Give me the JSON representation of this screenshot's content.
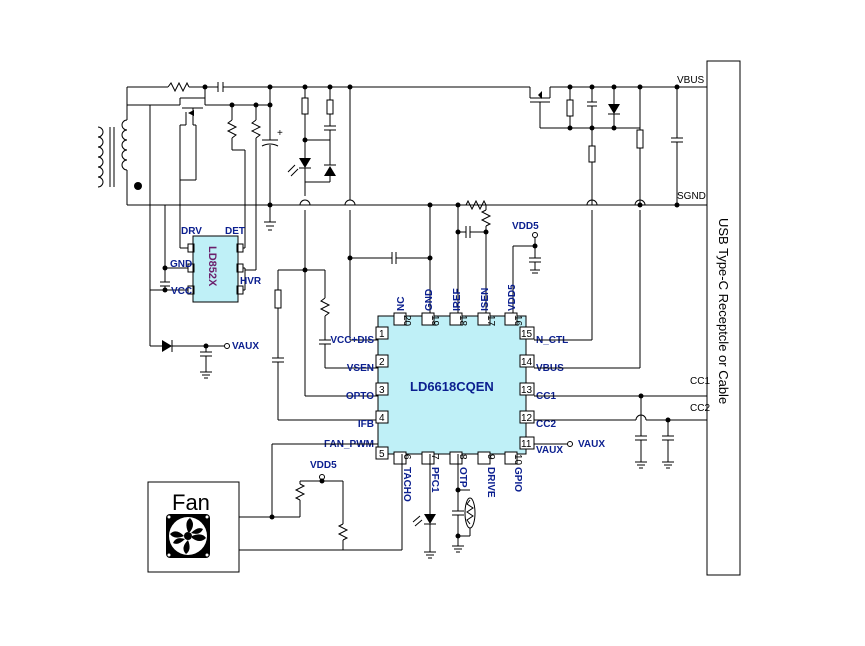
{
  "main_ic": {
    "name": "LD6618CQEN",
    "left_pins": [
      {
        "num": "1",
        "label": "VCC+DIS"
      },
      {
        "num": "2",
        "label": "VSEN"
      },
      {
        "num": "3",
        "label": "OPTO"
      },
      {
        "num": "4",
        "label": "IFB"
      },
      {
        "num": "5",
        "label": "FAN_PWM"
      }
    ],
    "right_pins": [
      {
        "num": "15",
        "label": "N_CTL"
      },
      {
        "num": "14",
        "label": "VBUS"
      },
      {
        "num": "13",
        "label": "CC1"
      },
      {
        "num": "12",
        "label": "CC2"
      },
      {
        "num": "11",
        "label": "VAUX"
      }
    ],
    "top_pins": [
      {
        "num": "20",
        "label": "NC"
      },
      {
        "num": "19",
        "label": "GND"
      },
      {
        "num": "18",
        "label": "IREF"
      },
      {
        "num": "17",
        "label": "ISEN"
      },
      {
        "num": "16",
        "label": "VDD5"
      }
    ],
    "bottom_pins": [
      {
        "num": "6",
        "label": "TACHO"
      },
      {
        "num": "7",
        "label": "PFC1"
      },
      {
        "num": "8",
        "label": "OTP"
      },
      {
        "num": "9",
        "label": "DRIVE"
      },
      {
        "num": "10",
        "label": "GPIO"
      }
    ]
  },
  "sub_ic": {
    "name": "LD852X",
    "labels": {
      "drv": "DRV",
      "det": "DET",
      "gnd": "GND",
      "vcc": "VCC",
      "hvr": "HVR"
    }
  },
  "nets": {
    "vbus": "VBUS",
    "sgnd": "SGND",
    "vdd5_top": "VDD5",
    "vdd5_fan": "VDD5",
    "vaux_left": "VAUX",
    "vaux_right": "VAUX",
    "cc1": "CC1",
    "cc2": "CC2"
  },
  "fan_label": "Fan",
  "connector_label": "USB Type-C Receptcle or Cable",
  "colors": {
    "ic_fill": "#bff0f7",
    "label_text": "#0b1f8f",
    "sub_ic_text": "#6b1f6b"
  }
}
